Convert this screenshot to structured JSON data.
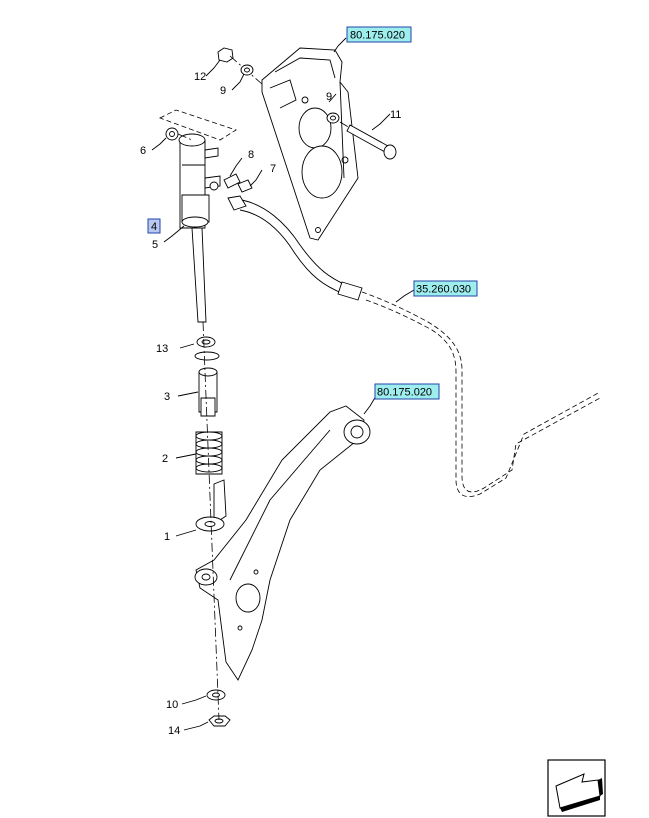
{
  "references": {
    "ref_top": "80.175.020",
    "ref_pipe": "35.260.030",
    "ref_lower": "80.175.020"
  },
  "callouts": {
    "c1": "1",
    "c2": "2",
    "c3": "3",
    "c4": "4",
    "c5": "5",
    "c6": "6",
    "c7": "7",
    "c8": "8",
    "c9a": "9",
    "c9b": "9",
    "c10": "10",
    "c11": "11",
    "c12": "12",
    "c13": "13",
    "c14": "14"
  },
  "colors": {
    "ref_fill": "#9eeeee",
    "ref_border": "#2244aa",
    "callout4_fill": "#b8c8ee"
  },
  "icons": {
    "navigation": "view-direction-arrow-icon"
  }
}
